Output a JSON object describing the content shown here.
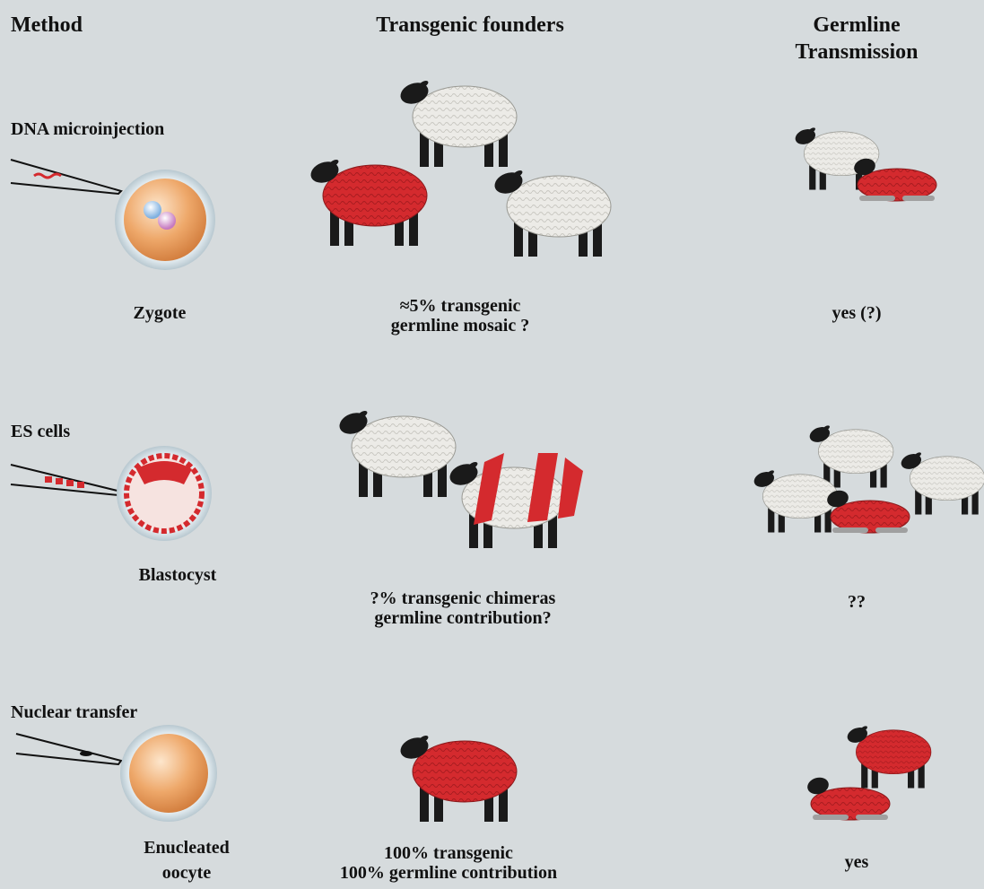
{
  "headers": {
    "method": "Method",
    "founders": "Transgenic founders",
    "germline_line1": "Germline",
    "germline_line2": "Transmission"
  },
  "rows": [
    {
      "method": "DNA microinjection",
      "cell": "Zygote",
      "cell_line2": "",
      "founder_line1": "≈5% transgenic",
      "founder_line2": "germline mosaic ?",
      "transmission": "yes (?)"
    },
    {
      "method": "ES cells",
      "cell": "Blastocyst",
      "cell_line2": "",
      "founder_line1": "?% transgenic chimeras",
      "founder_line2": "germline contribution?",
      "transmission": "??"
    },
    {
      "method": "Nuclear transfer",
      "cell": "Enucleated",
      "cell_line2": "oocyte",
      "founder_line1": "100% transgenic",
      "founder_line2": "100% germline contribution",
      "transmission": "yes"
    }
  ],
  "colors": {
    "background": "#d6dbdd",
    "transgenic_red": "#d42a2e",
    "wool_white": "#ecebe7",
    "sheep_black": "#1a1a1a",
    "cell_orange": "#e89a5a"
  },
  "icons": [
    "micropipette-icon",
    "zygote-icon",
    "blastocyst-icon",
    "oocyte-icon",
    "sheep-icon",
    "lamb-icon"
  ]
}
